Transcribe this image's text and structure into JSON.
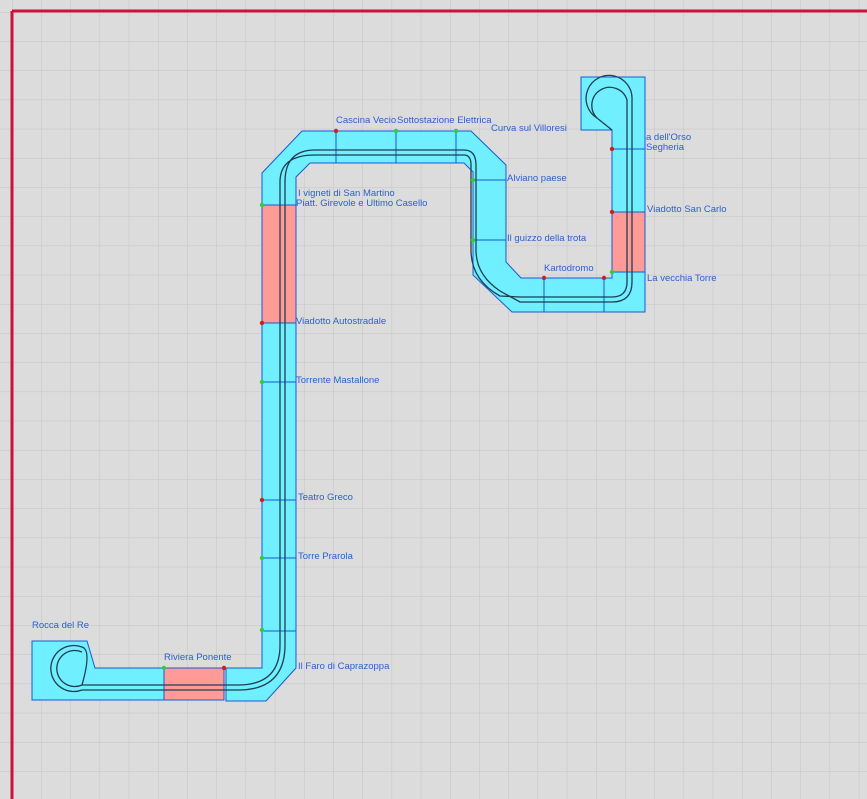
{
  "colors": {
    "background": "#dcdcdc",
    "grid": "#c4c4c4",
    "border": "#d0103a",
    "module_fill": "#6fefff",
    "module_red": "#ff9b96",
    "module_stroke": "#1a5ad6",
    "track": "#1f3f4f",
    "label": "#2a5fd0"
  },
  "stations": [
    {
      "id": "rocca",
      "label": "Rocca del Re"
    },
    {
      "id": "riviera",
      "label": "Riviera Ponente"
    },
    {
      "id": "faro",
      "label": "Il Faro di Caprazoppa"
    },
    {
      "id": "torre-prarola",
      "label": "Torre Prarola"
    },
    {
      "id": "teatro",
      "label": "Teatro Greco"
    },
    {
      "id": "torrente",
      "label": "Torrente Mastallone"
    },
    {
      "id": "viadotto-auto",
      "label": "Viadotto Autostradale"
    },
    {
      "id": "piatt",
      "label": "Piatt. Girevole e Ultimo Casello"
    },
    {
      "id": "vigneti",
      "label": "I vigneti di San Martino"
    },
    {
      "id": "cascina",
      "label": "Cascina Vecio"
    },
    {
      "id": "sottostazione",
      "label": "Sottostazione Elettrica"
    },
    {
      "id": "curva",
      "label": "Curva sul Villoresi"
    },
    {
      "id": "alviano",
      "label": "Alviano paese"
    },
    {
      "id": "guizzo",
      "label": "Il guizzo della trota"
    },
    {
      "id": "kartodromo",
      "label": "Kartodromo"
    },
    {
      "id": "vecchia-torre",
      "label": "La vecchia Torre"
    },
    {
      "id": "viadotto-sc",
      "label": "Viadotto San Carlo"
    },
    {
      "id": "segheria",
      "label": "Segheria"
    },
    {
      "id": "orso",
      "label": "a dell'Orso"
    }
  ]
}
